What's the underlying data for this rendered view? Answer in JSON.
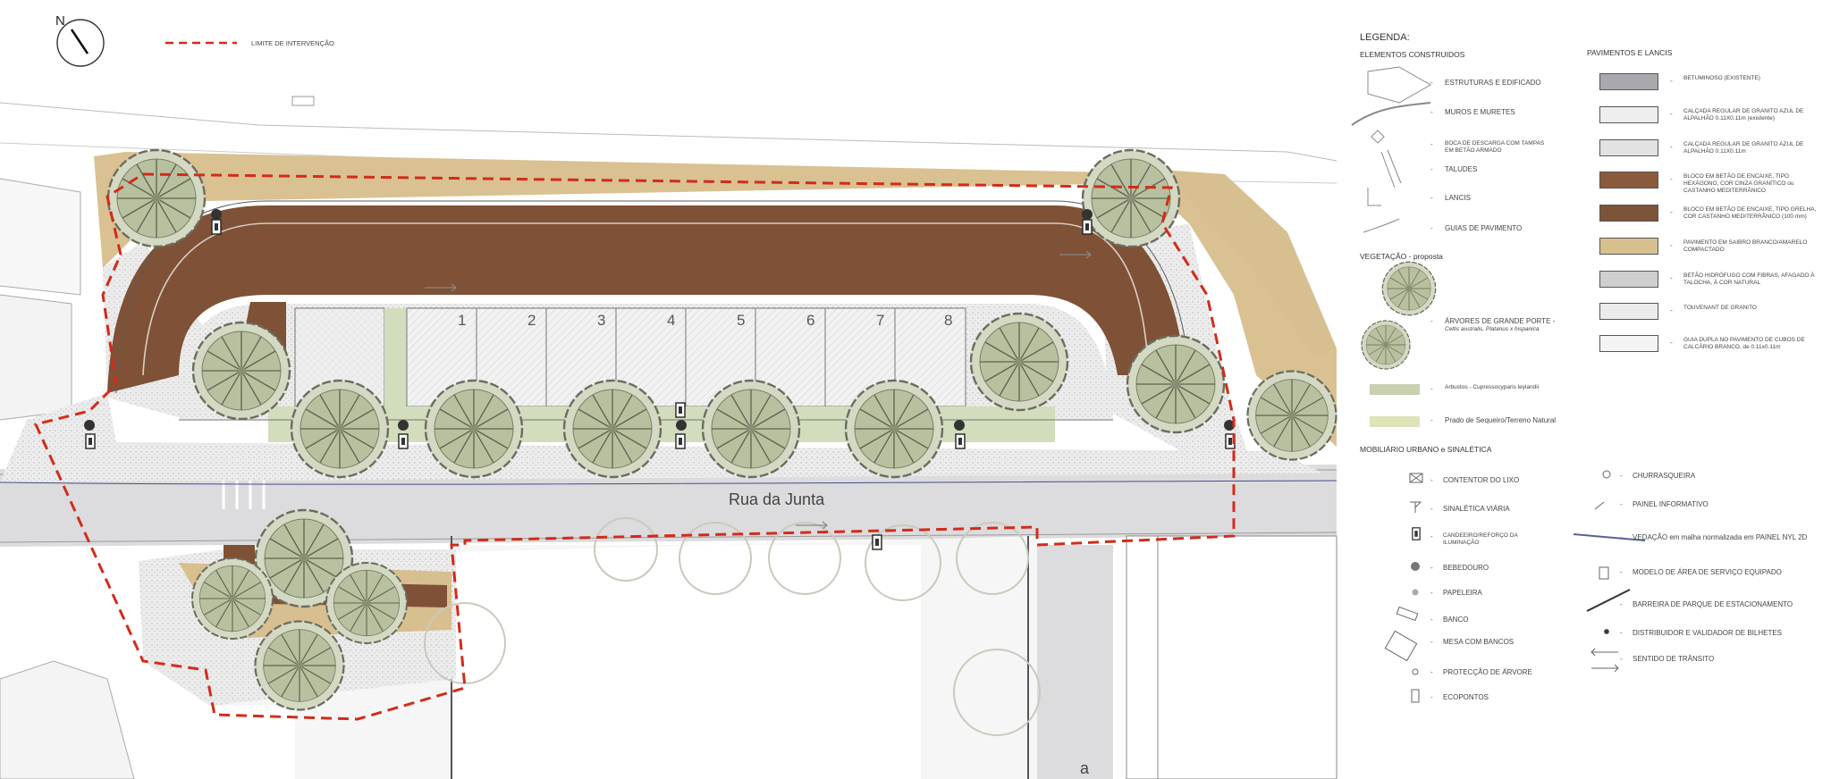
{
  "north_label": "N",
  "limit_label": "LIMITE DE INTERVENÇÃO",
  "street_label": "Rua da Junta",
  "street_label_partial": "a",
  "stall_numbers": [
    "1",
    "2",
    "3",
    "4",
    "5",
    "6",
    "7",
    "8"
  ],
  "legend": {
    "title": "LEGENDA:",
    "dash": "-",
    "built": {
      "heading": "ELEMENTOS CONSTRUIDOS",
      "items": [
        "ESTRUTURAS E EDIFICADO",
        "MUROS E MURETES",
        "BOCA DE DESCARGA COM TAMPAS EM BETÃO ARMADO",
        "TALUDES",
        "LANCIS",
        "GUIAS DE PAVIMENTO"
      ]
    },
    "vegetation": {
      "heading": "VEGETAÇÃO - proposta",
      "items": [
        {
          "label": "ÁRVORES DE GRANDE PORTE -",
          "sub": "Celtis australis, Platanus x hispanica"
        },
        {
          "label": "Arbustos - Cupressocyparis leylandii",
          "sub": ""
        },
        {
          "label": "Prado de Sequeiro/Terreno Natural",
          "sub": ""
        }
      ]
    },
    "pavements": {
      "heading": "PAVIMENTOS E LANCIS",
      "items": [
        {
          "label": "BETUMINOSO (EXISTENTE)",
          "color": "#a8a8ad"
        },
        {
          "label": "CALÇADA REGULAR DE GRANITO AZUL DE ALPALHÃO 0.11X0.11m (existente)",
          "color": "#eeeeee"
        },
        {
          "label": "CALÇADA REGULAR DE GRANITO AZUL DE ALPALHÃO 0.11X0.11m",
          "color": "#e2e2e2"
        },
        {
          "label": "BLOCO EM BETÃO DE ENCAIXE, TIPO HEXÁGONO, COR CINZA GRANÍTICO ou CASTANHO MEDITERRÂNICO",
          "color": "#8a5a3c"
        },
        {
          "label": "BLOCO EM BETÃO DE ENCAIXE, TIPO GRELHA, COR CASTANHO MEDITERRÂNICO (100 mm)",
          "color": "#7d5339"
        },
        {
          "label": "PAVIMENTO EM SAIBRO BRANCO/AMARELO COMPACTADO",
          "color": "#d8c08e"
        },
        {
          "label": "BETÃO HIDRÓFUGO COM FIBRAS, AFAGADO À TALOCHA, À COR NATURAL",
          "color": "#cfcfcf"
        },
        {
          "label": "TOUVENANT DE GRANITO",
          "color": "#ececec"
        },
        {
          "label": "GUIA DUPLA NO PAVIMENTO DE CUBOS DE CALCÁRIO BRANCO, de 0.11x0.11m",
          "color": "#f4f4f4"
        }
      ]
    },
    "furniture": {
      "heading": "MOBILIÁRIO URBANO e SINALÉTICA",
      "left": [
        "CONTENTOR DO LIXO",
        "SINALÉTICA VIÁRIA",
        "CANDEEIRO/REFORÇO DA ILUMINAÇÃO",
        "BEBEDOURO",
        "PAPELEIRA",
        "BANCO",
        "MESA COM BANCOS",
        "PROTECÇÃO DE ÁRVORE",
        "ECOPONTOS"
      ],
      "right": [
        "CHURRASQUEIRA",
        "PAINEL INFORMATIVO",
        "VEDAÇÃO em malha normalizada em PAINEL NYL 2D",
        "MODELO DE ÁREA DE SERVIÇO EQUIPADO",
        "BARREIRA DE PARQUE DE ESTACIONAMENTO",
        "DISTRIBUIDOR E VALIDADOR DE BILHETES",
        "SENTIDO DE TRÂNSITO"
      ]
    }
  },
  "colors": {
    "brown": "#7f5136",
    "sand": "#d7bf8f",
    "road": "#dcdcde",
    "tree": "#aab78f",
    "limit": "#d22b1a"
  }
}
